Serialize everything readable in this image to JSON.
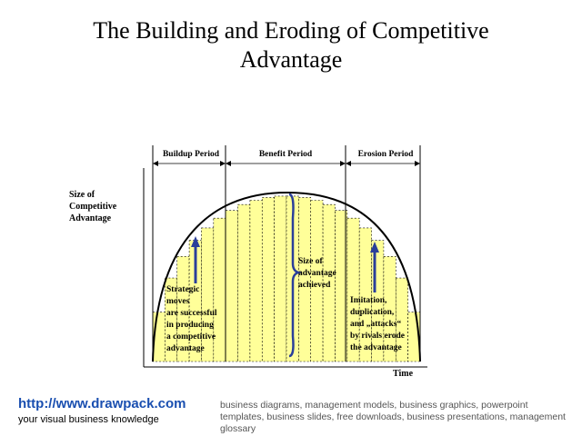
{
  "title_line1": "The Building and Eroding of Competitive",
  "title_line2": "Advantage",
  "y_axis_label": "Size of\nCompetitive\nAdvantage",
  "x_axis_label": "Time",
  "periods": [
    "Buildup Period",
    "Benefit Period",
    "Erosion Period"
  ],
  "annotations": {
    "left": "Strategic\nmoves\nare successful\nin producing\na competitive\nadvantage",
    "middle": "Size of\nadvantage\nachieved",
    "right": "Imitation,\nduplication,\nand „attacks“\nby rivals erode\nthe advantage"
  },
  "colors": {
    "fill": "#ffff99",
    "arrow": "#2a3f9a",
    "link": "#1a4fb0"
  },
  "footer": {
    "url": "http://www.drawpack.com",
    "tagline": "your visual business knowledge",
    "description": "business diagrams, management models, business graphics, powerpoint templates, business slides, free downloads, business presentations, management glossary"
  }
}
